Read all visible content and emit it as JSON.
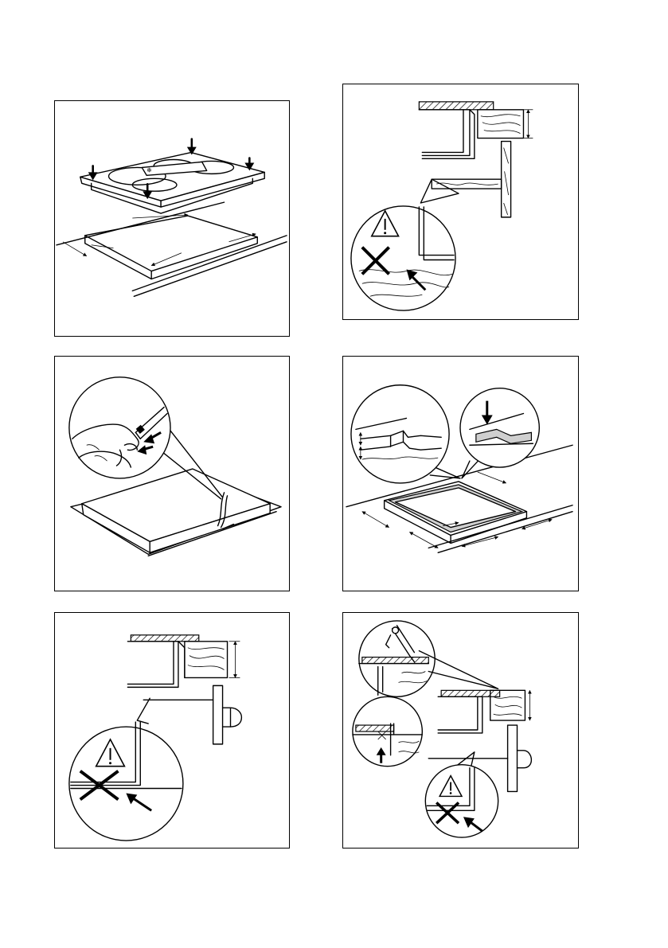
{
  "page": {
    "panels": [
      {
        "id": "p1",
        "name": "hob-into-cutout-illustration",
        "icons": [
          "down-arrow-icon",
          "dimension-arrow-icon"
        ]
      },
      {
        "id": "p2",
        "name": "worktop-section-with-warning-illustration",
        "icons": [
          "warning-triangle-icon",
          "cross-mark-icon",
          "arrow-icon"
        ]
      },
      {
        "id": "p3",
        "name": "seal-strip-application-illustration",
        "icons": [
          "press-arrow-icon"
        ]
      },
      {
        "id": "p4",
        "name": "seal-on-cutout-edge-illustration",
        "icons": [
          "down-arrow-icon",
          "dimension-arrow-icon"
        ]
      },
      {
        "id": "p5",
        "name": "worktop-section-with-drawer-warning-illustration",
        "icons": [
          "warning-triangle-icon",
          "cross-mark-icon",
          "arrow-icon"
        ]
      },
      {
        "id": "p6",
        "name": "silicone-sealant-illustration",
        "icons": [
          "sealant-gun-icon",
          "warning-triangle-icon",
          "cross-mark-icon",
          "up-arrow-icon"
        ]
      }
    ],
    "colors": {
      "line": "#000000",
      "background": "#ffffff",
      "seal": "#cfcfcf"
    }
  }
}
